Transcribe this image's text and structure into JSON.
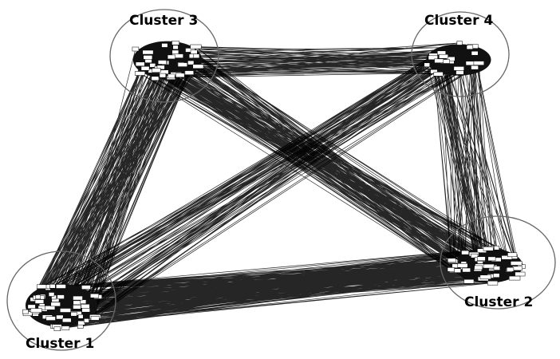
{
  "diagram": {
    "type": "network-graph",
    "background": "#ffffff",
    "edge_color": "#000000",
    "node_fill": "#ffffff",
    "node_stroke": "#000000",
    "clusters": [
      {
        "id": "c1",
        "label": "Cluster 1"
      },
      {
        "id": "c2",
        "label": "Cluster 2"
      },
      {
        "id": "c3",
        "label": "Cluster 3"
      },
      {
        "id": "c4",
        "label": "Cluster 4"
      }
    ],
    "links": [
      {
        "from": "c1",
        "to": "c2",
        "density": "very-high"
      },
      {
        "from": "c1",
        "to": "c3",
        "density": "high"
      },
      {
        "from": "c1",
        "to": "c4",
        "density": "medium"
      },
      {
        "from": "c3",
        "to": "c2",
        "density": "high"
      },
      {
        "from": "c3",
        "to": "c4",
        "density": "medium"
      },
      {
        "from": "c2",
        "to": "c4",
        "density": "medium"
      }
    ]
  }
}
